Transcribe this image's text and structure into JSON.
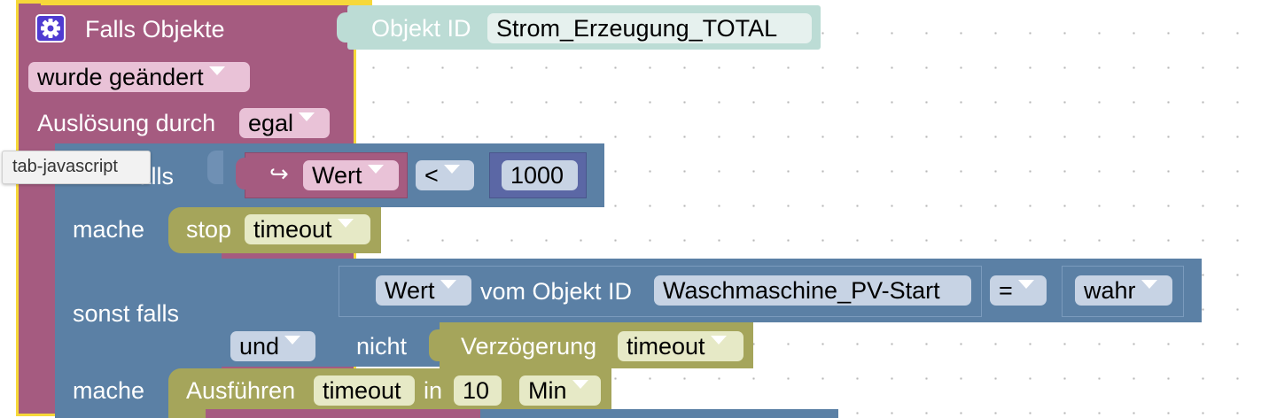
{
  "trigger": {
    "title": "Falls Objekte",
    "change_mode": "wurde geändert",
    "trigger_by_label": "Auslösung durch",
    "trigger_by_value": "egal"
  },
  "object_id_block": {
    "label": "Objekt ID",
    "value": "Strom_Erzeugung_TOTAL"
  },
  "tooltip": "tab-javascript",
  "if_block": {
    "falls_label": "falls",
    "value_label": "Wert",
    "operator": "<",
    "number": "1000",
    "mache_label": "mache",
    "stop_label": "stop",
    "stop_var": "timeout",
    "sonst_falls_label": "sonst falls",
    "und_label": "und",
    "compare_value_label": "Wert",
    "vom_objekt_label": "vom Objekt ID",
    "object_id": "Waschmaschine_PV-Start",
    "equals": "=",
    "bool_value": "wahr",
    "nicht_label": "nicht",
    "verzoegerung_label": "Verzögerung",
    "verzoegerung_var": "timeout",
    "mache2_label": "mache",
    "run_label": "Ausführen",
    "run_var": "timeout",
    "in_label": "in",
    "delay_number": "10",
    "unit": "Min"
  },
  "colors": {
    "trigger": "#a55b80",
    "trigger_outline": "#f6d83a",
    "logic": "#5b80a5",
    "timeout": "#a5a55b",
    "object_id": "#bcdcd5",
    "value_pink": "#a55b80"
  }
}
